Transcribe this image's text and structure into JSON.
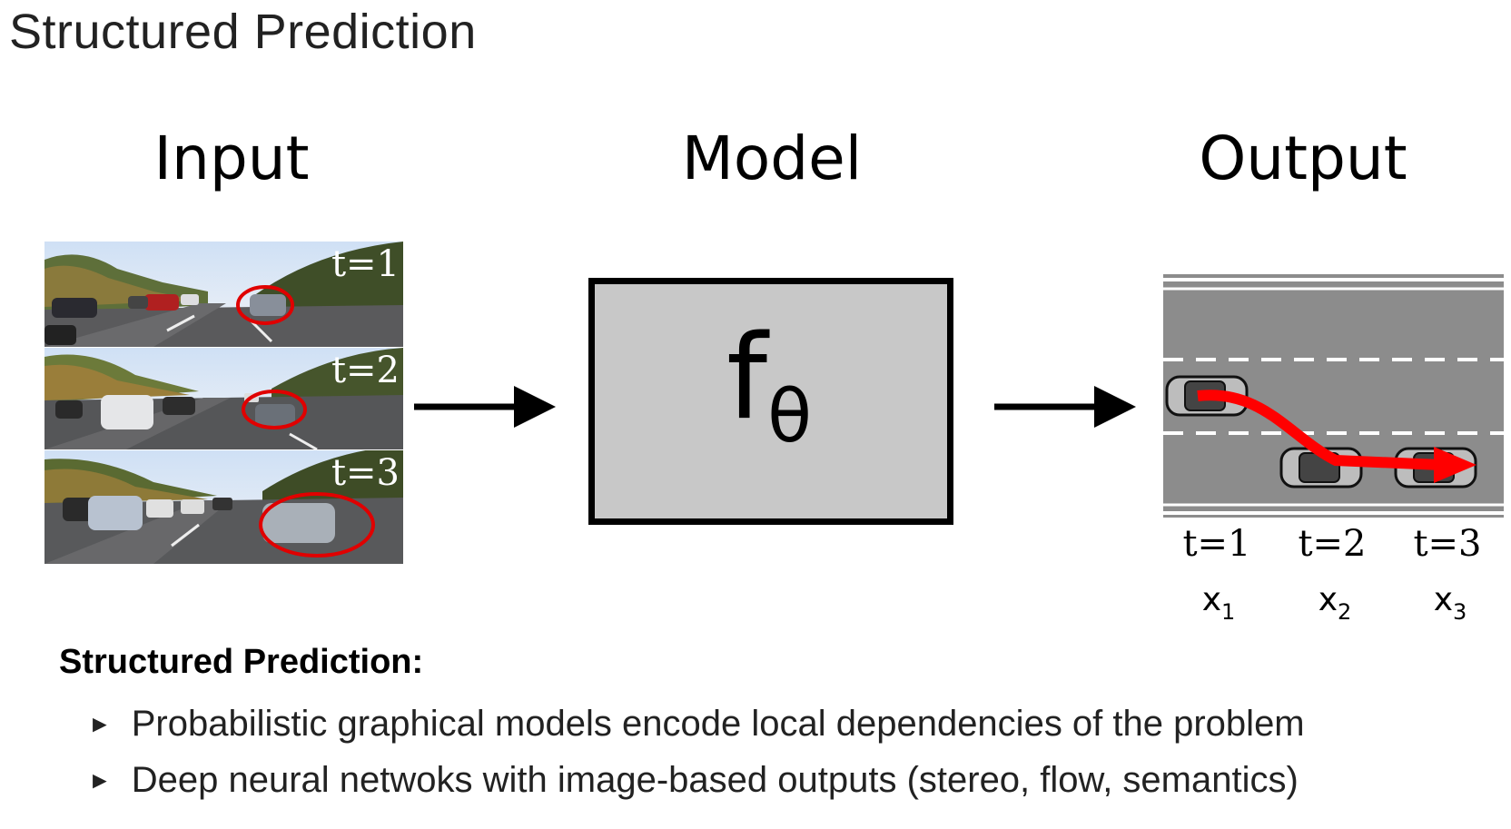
{
  "slide": {
    "title": "Structured Prediction"
  },
  "columns": {
    "input": "Input",
    "model": "Model",
    "output": "Output"
  },
  "input_frames": [
    {
      "label": "t=1"
    },
    {
      "label": "t=2"
    },
    {
      "label": "t=3"
    }
  ],
  "model": {
    "symbol": "f",
    "symbol_sub": "θ",
    "box_color": "#c8c8c8"
  },
  "output": {
    "time_labels": [
      "t=1",
      "t=2",
      "t=3"
    ],
    "var_labels": [
      {
        "base": "x",
        "sub": "1"
      },
      {
        "base": "x",
        "sub": "2"
      },
      {
        "base": "x",
        "sub": "3"
      }
    ],
    "road_color": "#8c8c8c",
    "trajectory_color": "#ff0000"
  },
  "summary": {
    "heading": "Structured Prediction:",
    "bullet_marker": "►",
    "bullets": [
      "Probabilistic graphical models encode local dependencies of the problem",
      "Deep neural netwoks with image-based outputs (stereo, flow, semantics)"
    ]
  }
}
